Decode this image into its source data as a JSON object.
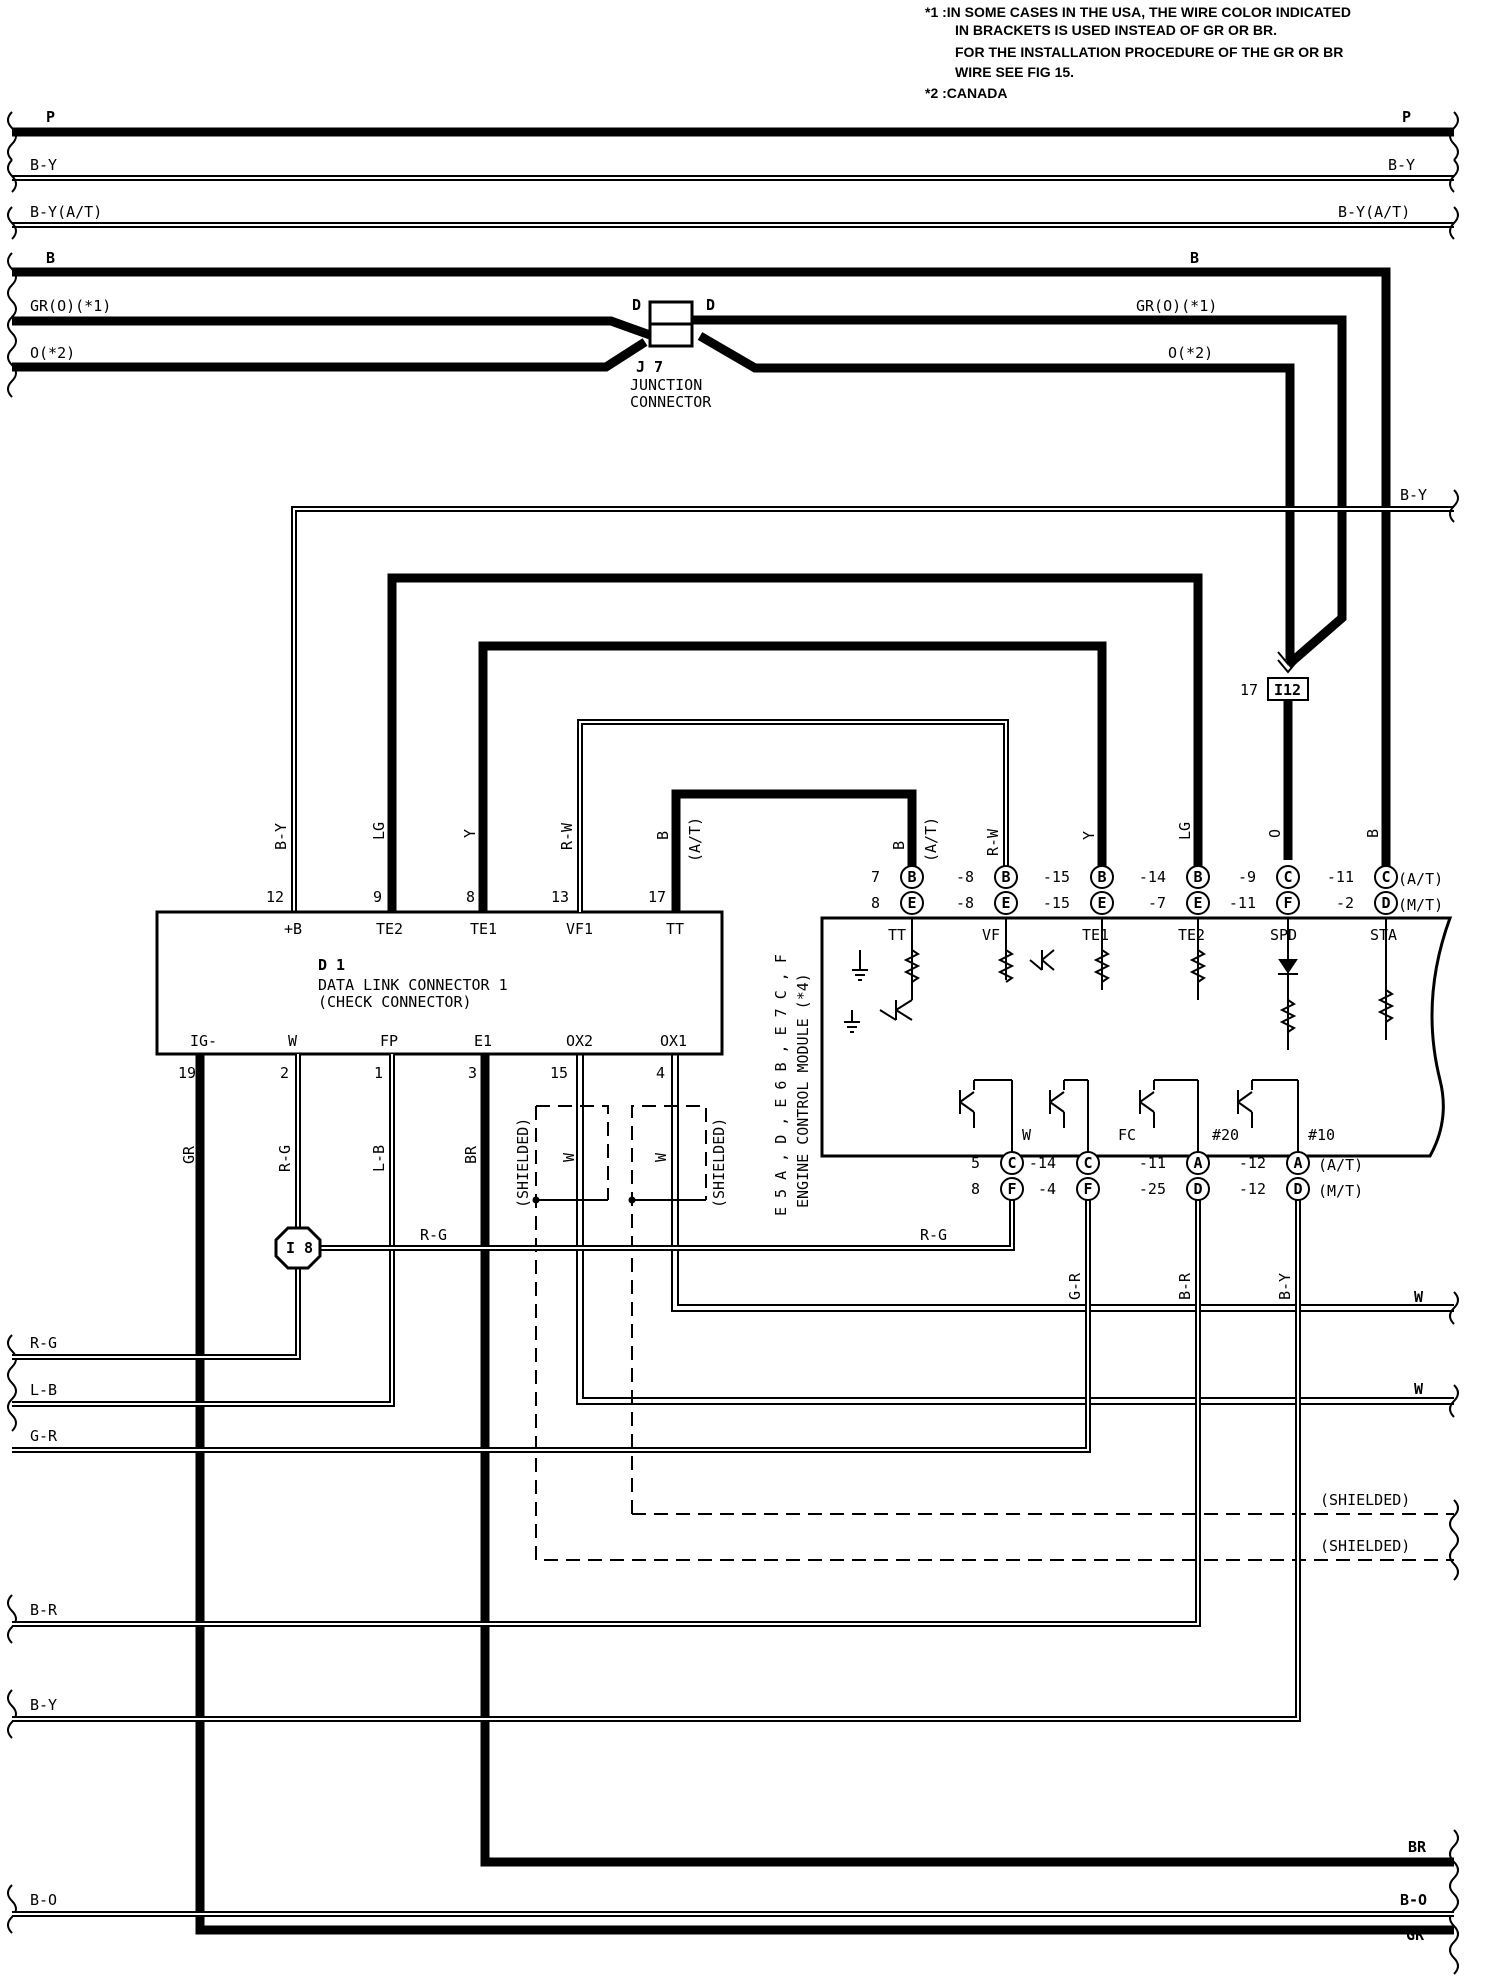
{
  "notes": {
    "n1_line1": "*1  :IN SOME CASES IN THE USA, THE WIRE COLOR INDICATED",
    "n1_line2": "IN BRACKETS IS USED INSTEAD OF GR OR BR.",
    "n1_line3": "FOR THE INSTALLATION PROCEDURE OF THE GR OR BR",
    "n1_line4": "WIRE  SEE  FIG 15.",
    "n2": "*2  :CANADA"
  },
  "bus_left": {
    "p": "P",
    "by": "B-Y",
    "by_at": "B-Y(A/T)",
    "b": "B",
    "gr_o1": "GR(O)(*1)",
    "o2": "O(*2)"
  },
  "bus_right": {
    "p": "P",
    "by": "B-Y",
    "by_at": "B-Y(A/T)",
    "b": "B",
    "gr_o1": "GR(O)(*1)",
    "o2": "O(*2)",
    "by2": "B-Y"
  },
  "junction": {
    "code": "J 7",
    "name1": "JUNCTION",
    "name2": "CONNECTOR",
    "pin_l": "D",
    "pin_r": "D"
  },
  "i12": {
    "pin": "17",
    "code": "I12"
  },
  "dlc": {
    "code": "D 1",
    "name1": "DATA LINK CONNECTOR 1",
    "name2": "(CHECK CONNECTOR)",
    "top_terms": [
      "+B",
      "TE2",
      "TE1",
      "VF1",
      "TT"
    ],
    "top_pins": [
      "12",
      "9",
      "8",
      "13",
      "17"
    ],
    "top_wires": [
      "B-Y",
      "LG",
      "Y",
      "R-W",
      "B"
    ],
    "tt_note": "(A/T)",
    "bot_terms": [
      "IG-",
      "W",
      "FP",
      "E1",
      "OX2",
      "OX1"
    ],
    "bot_pins": [
      "19",
      "2",
      "1",
      "3",
      "15",
      "4"
    ],
    "bot_wires": [
      "GR",
      "R-G",
      "L-B",
      "BR",
      "W",
      "W"
    ],
    "shielded": "(SHIELDED)"
  },
  "i8": {
    "code": "I 8",
    "wire": "R-G"
  },
  "ecm": {
    "title": "ENGINE CONTROL MODULE (*4)",
    "codes": "E 5 A , D , E 6 B , E 7 C , F",
    "top_terms": [
      "TT",
      "VF",
      "TE1",
      "TE2",
      "SPD",
      "STA"
    ],
    "top_wires": [
      "B",
      "R-W",
      "Y",
      "LG",
      "O",
      "B"
    ],
    "tt_note": "(A/T)",
    "row_at": [
      "7 B",
      "8 B",
      "15 B",
      "14 B",
      "9 C",
      "11 C"
    ],
    "row_mt": [
      "8 E",
      "8 E",
      "15 E",
      "7 E",
      "11 F",
      "2 D"
    ],
    "at": "(A/T)",
    "mt": "(M/T)",
    "bot_terms": [
      "W",
      "FC",
      "#20",
      "#10"
    ],
    "bot_at": [
      "5 C",
      "14 C",
      "11 A",
      "12 A"
    ],
    "bot_mt": [
      "8 F",
      "4 F",
      "25 D",
      "12 D"
    ],
    "bot_wires": [
      "R-G",
      "G-R",
      "B-R",
      "B-Y"
    ]
  },
  "bottom_left": {
    "rg": "R-G",
    "lb": "L-B",
    "gr": "G-R",
    "br": "B-R",
    "by": "B-Y",
    "bo": "B-O"
  },
  "bottom_right": {
    "w1": "W",
    "w2": "W",
    "sh1": "(SHIELDED)",
    "sh2": "(SHIELDED)",
    "br": "BR",
    "bo": "B-O",
    "gr": "GR"
  }
}
